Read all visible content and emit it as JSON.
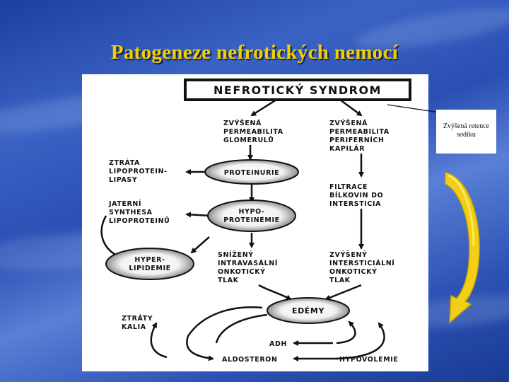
{
  "slide": {
    "title": "Patogeneze nefrotických nemocí"
  },
  "diagram": {
    "header": "NEFROTICKÝ SYNDROM",
    "left_top": [
      "ZVÝŠENÁ",
      "PERMEABILITA",
      "GLOMERULŮ"
    ],
    "right_top": [
      "ZVÝŠENÁ",
      "PERMEABILITA",
      "PERIFERNÍCH",
      "KAPILÁR"
    ],
    "lipoprotein_loss": [
      "ZTRÁTA",
      "LIPOPROTEIN-",
      "LIPASY"
    ],
    "proteinuria": "PROTEINURIE",
    "filtration": [
      "FILTRACE",
      "BÍLKOVIN DO",
      "INTERSTICIA"
    ],
    "liver_synthesis": [
      "JATERNÍ",
      "SYNTHESA",
      "LIPOPROTEINŮ"
    ],
    "hypoproteinemia": [
      "HYPO-",
      "PROTEINEMIE"
    ],
    "hyperlipidemia": [
      "HYPER-",
      "LIPIDEMIE"
    ],
    "intravascular": [
      "SNÍŽENÝ",
      "INTRAVASÁLNÍ",
      "ONKOTICKÝ",
      "TLAK"
    ],
    "interstitial": [
      "ZVÝŠENÝ",
      "INTERSTICIÁLNÍ",
      "ONKOTICKÝ",
      "TLAK"
    ],
    "edema": "EDÉMY",
    "potassium_loss": [
      "ZTRÁTY",
      "KALIA"
    ],
    "adh": "ADH",
    "aldosterone": "ALDOSTERON",
    "hypovolemia": "HYPOVOLEMIE"
  },
  "note": {
    "text_line1": "Zvýšená retence",
    "text_line2": "sodíku"
  },
  "colors": {
    "title": "#f0d000",
    "arrow_fill": "#f2cf16",
    "background": "#2a4fb3"
  }
}
